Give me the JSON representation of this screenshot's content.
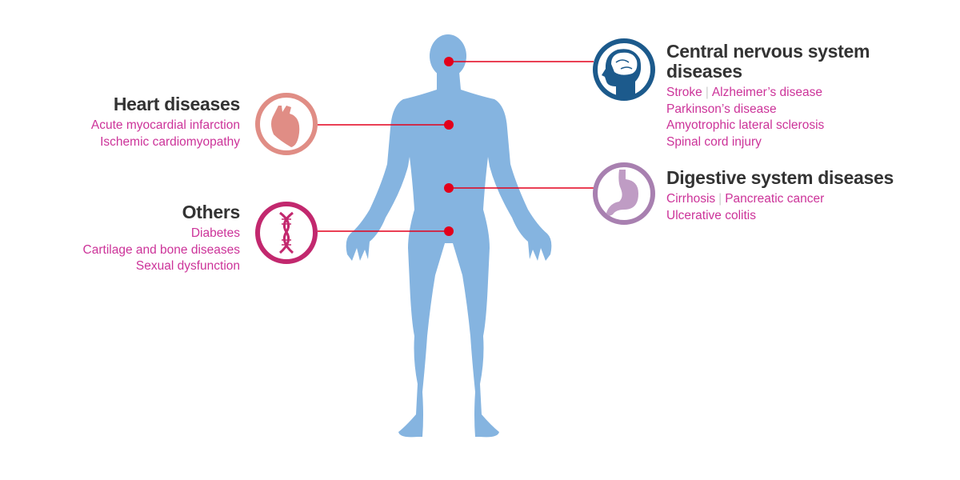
{
  "colors": {
    "body": "#85b4e0",
    "connector": "#e3001b",
    "title": "#333333",
    "item": "#cc3399",
    "cns": "#1c5a8c",
    "heart": "#e08d85",
    "digestive": "#a880b0",
    "others": "#c2286e"
  },
  "groups": {
    "cns": {
      "title_line1": "Central nervous system",
      "title_line2": "diseases",
      "icon": "brain-head-icon",
      "items": [
        "Stroke",
        "Alzheimer’s disease",
        "Parkinson’s disease",
        "Amyotrophic lateral sclerosis",
        "Spinal cord injury"
      ]
    },
    "heart": {
      "title": "Heart diseases",
      "icon": "heart-icon",
      "items": [
        "Acute myocardial infarction",
        "Ischemic cardiomyopathy"
      ]
    },
    "digestive": {
      "title": "Digestive system diseases",
      "icon": "stomach-icon",
      "items": [
        "Cirrhosis",
        "Pancreatic cancer",
        "Ulcerative colitis"
      ]
    },
    "others": {
      "title": "Others",
      "icon": "dna-icon",
      "items": [
        "Diabetes",
        "Cartilage and bone diseases",
        "Sexual dysfunction"
      ]
    }
  },
  "separator": "|"
}
